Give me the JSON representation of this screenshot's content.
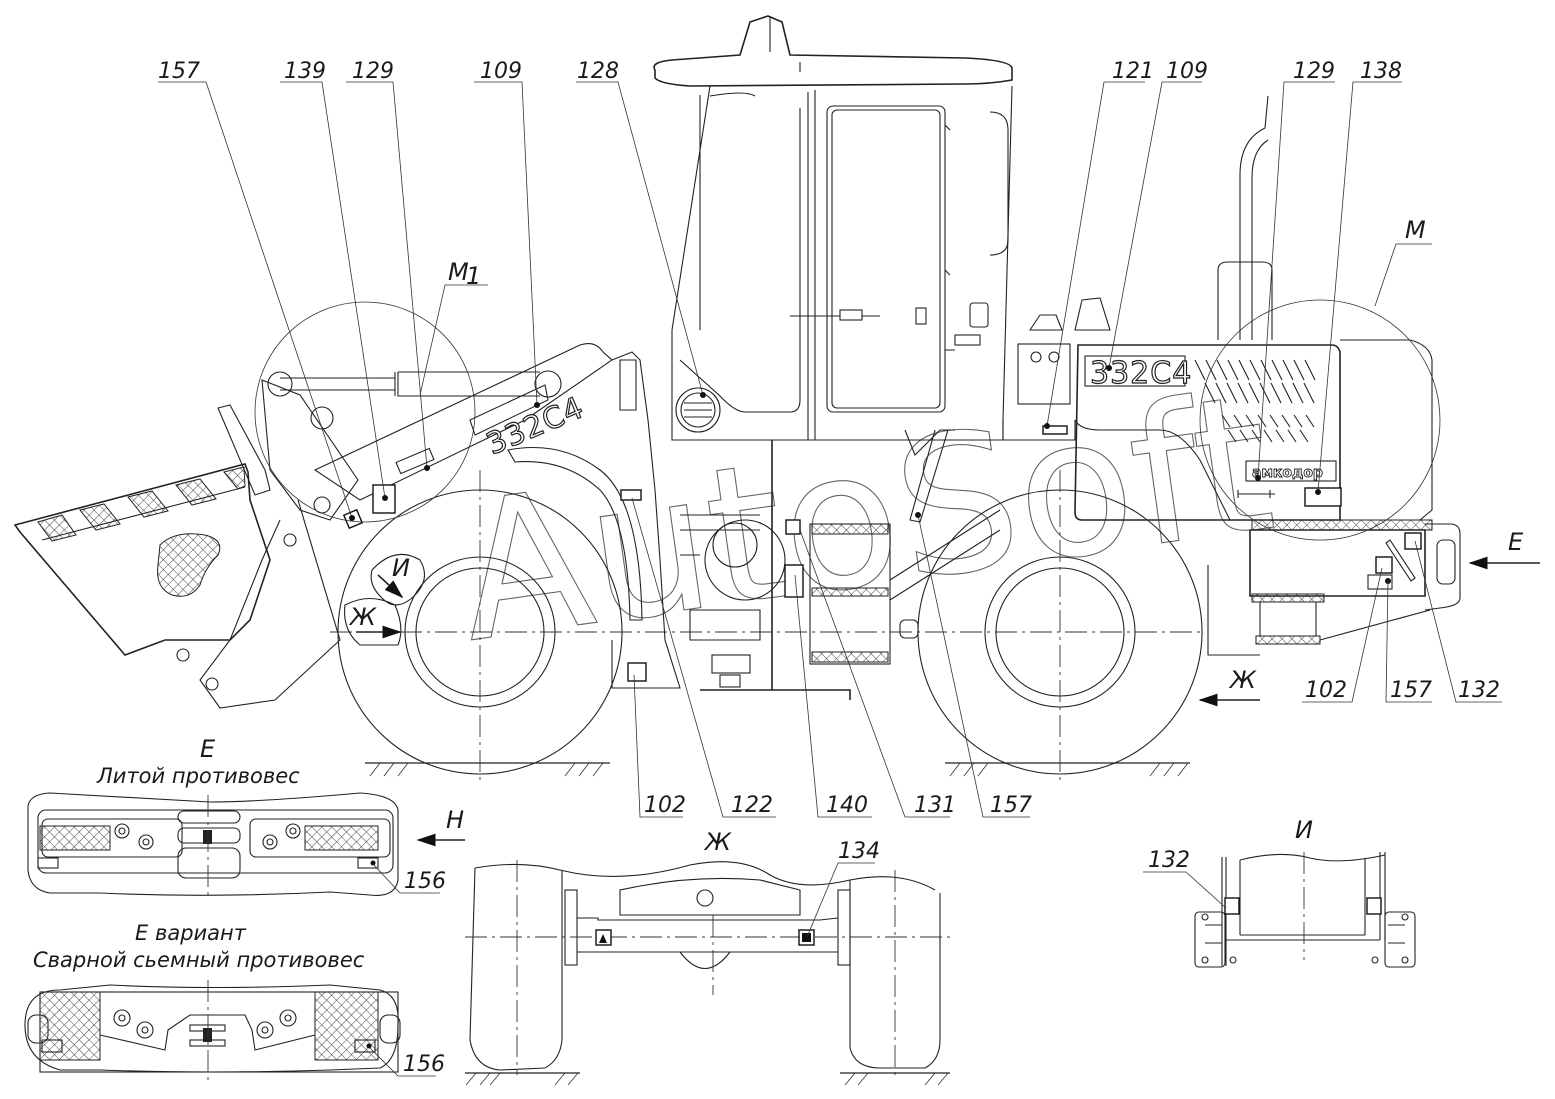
{
  "drawing": {
    "subject": "Wheel loader safety & information decal placement",
    "model_plate_text": "332C4",
    "brand_plate_text": "амкодор",
    "watermark_text": "AutoSoft",
    "colors": {
      "line": "#222222",
      "background": "#ffffff",
      "hatch": "#333333"
    }
  },
  "callouts_top": [
    {
      "id": "c-157-top",
      "label": "157"
    },
    {
      "id": "c-139",
      "label": "139"
    },
    {
      "id": "c-129-left",
      "label": "129"
    },
    {
      "id": "c-109-left",
      "label": "109"
    },
    {
      "id": "c-128",
      "label": "128"
    },
    {
      "id": "c-121",
      "label": "121"
    },
    {
      "id": "c-109-right",
      "label": "109"
    },
    {
      "id": "c-129-right",
      "label": "129"
    },
    {
      "id": "c-138",
      "label": "138"
    }
  ],
  "callouts_bottom": [
    {
      "id": "c-102-a",
      "label": "102"
    },
    {
      "id": "c-122",
      "label": "122"
    },
    {
      "id": "c-140",
      "label": "140"
    },
    {
      "id": "c-131",
      "label": "131"
    },
    {
      "id": "c-157-b",
      "label": "157"
    }
  ],
  "callouts_rear": [
    {
      "id": "c-102-b",
      "label": "102"
    },
    {
      "id": "c-157-c",
      "label": "157"
    },
    {
      "id": "c-132-a",
      "label": "132"
    }
  ],
  "detail_markers": {
    "m1": "M1",
    "m1_sub": "1",
    "m": "M",
    "e_arrow": "E",
    "zh_arrow_main": "Ж",
    "zh_bubble": "Ж",
    "i_bubble": "И",
    "n_arrow": "Н"
  },
  "views": {
    "e_cast": {
      "letter": "E",
      "title": "Литой противовес",
      "callout": "156"
    },
    "e_variant": {
      "letter_line": "E  вариант",
      "title": "Сварной сьемный противовес",
      "callout": "156"
    },
    "zh": {
      "letter": "Ж",
      "callout": "134"
    },
    "i": {
      "letter": "И",
      "callout": "132"
    }
  }
}
